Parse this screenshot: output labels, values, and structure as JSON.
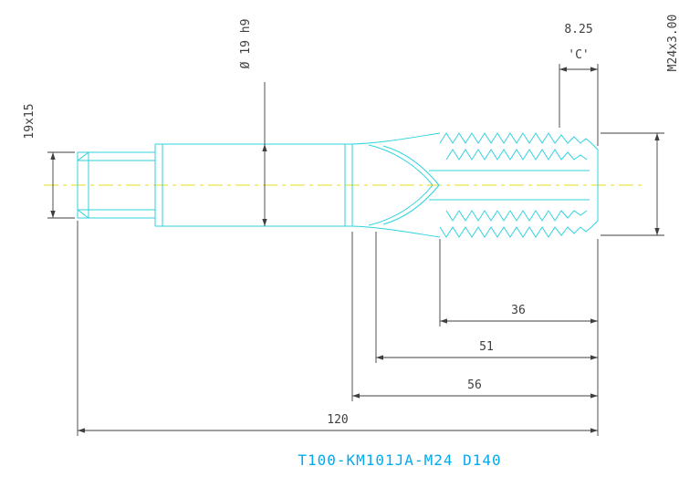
{
  "drawing": {
    "title": "T100-KM101JA-M24 D140",
    "dimensions": {
      "square": "19x15",
      "shank_diameter": "Ø 19 h9",
      "chamfer_length": "8.25",
      "chamfer_ref": "'C'",
      "thread_spec": "M24x3.00",
      "thread_length": "36",
      "flute_length": "51",
      "front_length": "56",
      "overall_length": "120"
    },
    "colors": {
      "geometry": "#2fd3dd",
      "centerline": "#e3dc1e",
      "dimension": "#3f3f3f",
      "title": "#00aaee",
      "background": "#ffffff"
    }
  }
}
